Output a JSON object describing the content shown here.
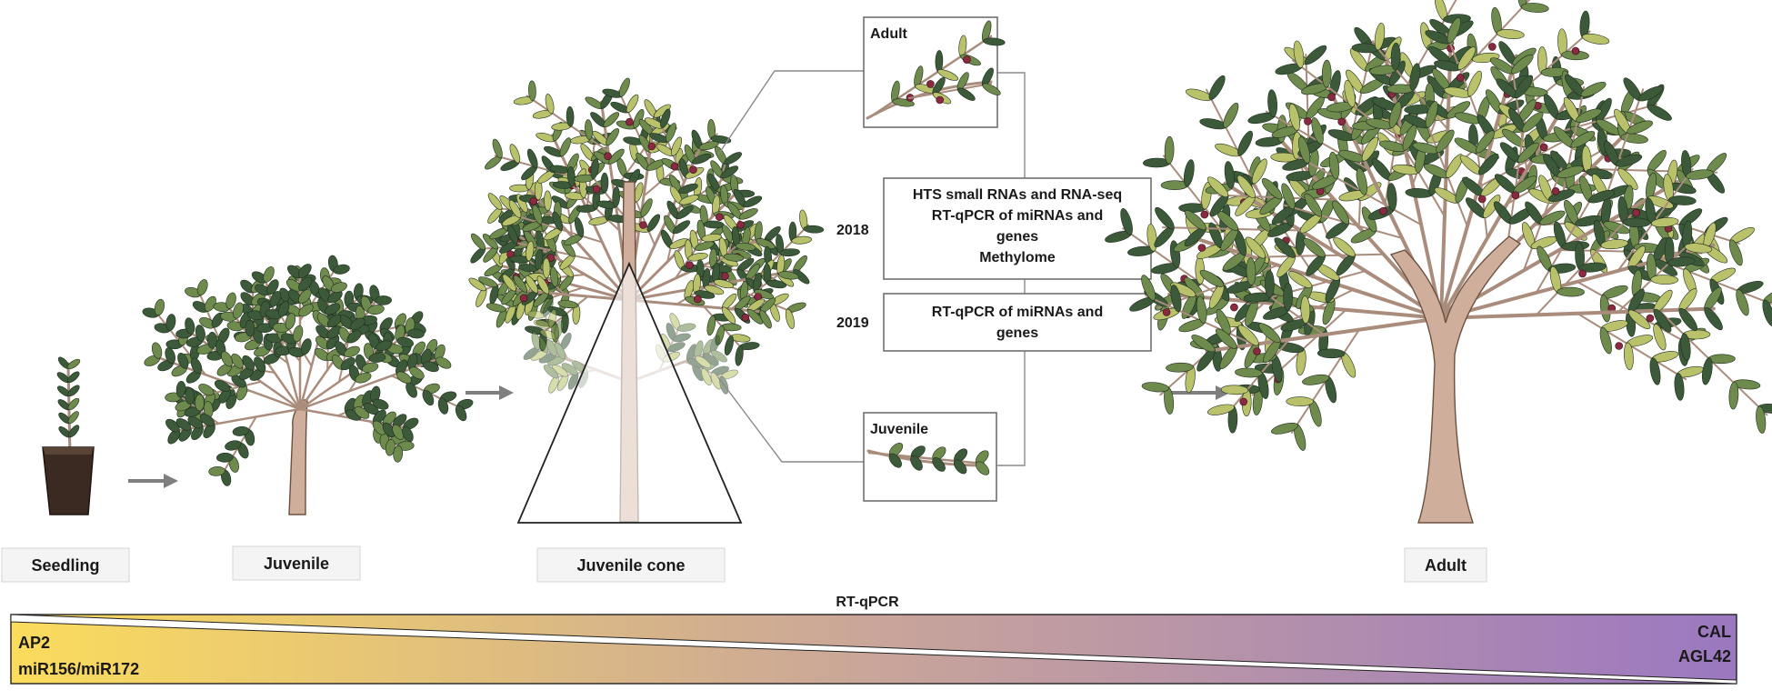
{
  "stages": {
    "seedling": "Seedling",
    "juvenile": "Juvenile",
    "juvenile_cone": "Juvenile cone",
    "adult": "Adult"
  },
  "samples": {
    "adult_label": "Adult",
    "juvenile_label": "Juvenile"
  },
  "experiments": [
    {
      "year": "2018",
      "lines": [
        "HTS small RNAs and RNA-seq",
        "RT-qPCR of miRNAs and",
        "genes",
        "Methylome"
      ]
    },
    {
      "year": "2019",
      "lines": [
        "RT-qPCR of miRNAs and",
        "genes"
      ]
    }
  ],
  "gradient": {
    "title": "RT-qPCR",
    "left_genes": [
      "AP2",
      "miR156/miR172"
    ],
    "right_genes": [
      "CAL",
      "AGL42"
    ],
    "color_start": "#fbdc5c",
    "color_mid": "#c9a59a",
    "color_end": "#9b78c0"
  },
  "colors": {
    "leaf_dark": "#3c5a3a",
    "leaf_mid": "#6e8a4c",
    "leaf_light": "#b9c26a",
    "fruit": "#8a2a40",
    "pot": "#3a2a22"
  }
}
